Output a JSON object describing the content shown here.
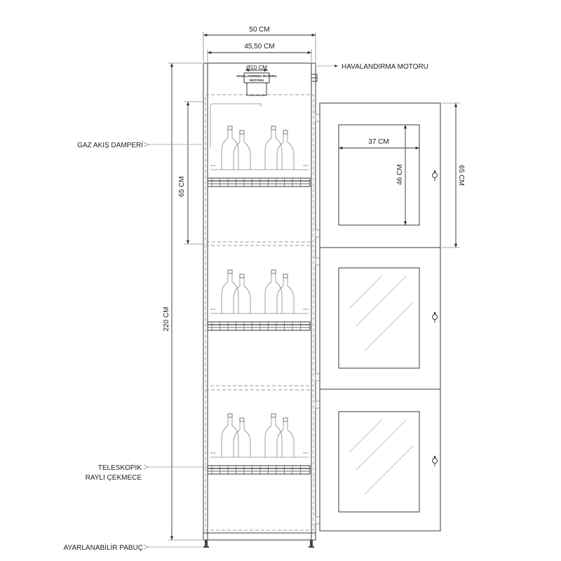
{
  "dimensions": {
    "outer_width": "50 CM",
    "inner_width": "45,50 CM",
    "duct_diameter": "Ø10 CM",
    "total_height": "220 CM",
    "compartment_height_left": "65 CM",
    "door_height_right": "65 CM",
    "window_width": "37 CM",
    "window_height": "46 CM"
  },
  "motor_label": "HAVALANDIRMA MOTORU",
  "callouts": {
    "ventilation_motor": "HAVALANDIRMA MOTORU",
    "gas_damper": "GAZ AKIŞ DAMPERİ",
    "drawer_line1": "TELESKOPİK",
    "drawer_line2": "RAYLI ÇEKMECE",
    "foot": "AYARLANABİLİR PABUÇ"
  }
}
